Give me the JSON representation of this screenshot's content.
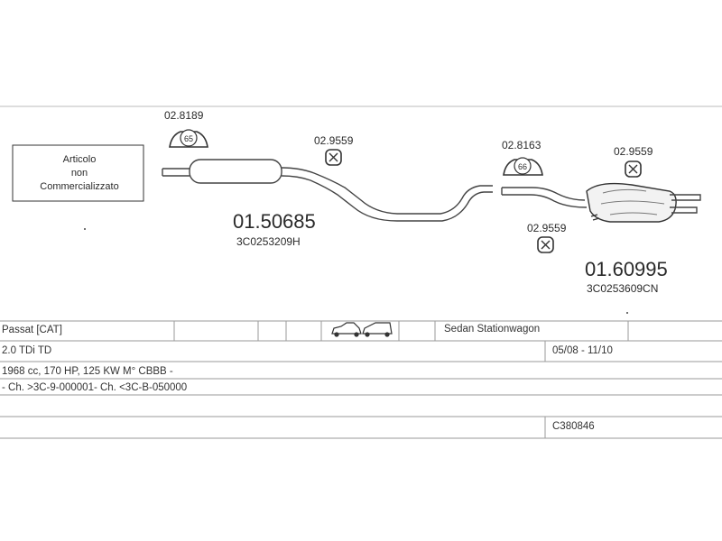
{
  "notice": {
    "line1": "Articolo",
    "line2": "non",
    "line3": "Commercializzato"
  },
  "parts": {
    "clamp_front": {
      "code": "02.8189",
      "size": "65"
    },
    "clamp_rear": {
      "code": "02.8163",
      "size": "66"
    },
    "mount_mid": {
      "code": "02.9559"
    },
    "mount_rear_top": {
      "code": "02.9559"
    },
    "mount_rear_bottom": {
      "code": "02.9559"
    },
    "front_section": {
      "code": "01.50685",
      "oem": "3C0253209H"
    },
    "rear_section": {
      "code": "01.60995",
      "oem": "3C0253609CN"
    }
  },
  "table": {
    "model": "Passat  [CAT]",
    "body": "Sedan Stationwagon",
    "engine": "2.0 TDi TD",
    "period": "05/08 - 11/10",
    "specs": "1968 cc, 170 HP, 125 KW M° CBBB -",
    "chassis": "- Ch. >3C-9-000001- Ch. <3C-B-050000",
    "ref": "C380846"
  },
  "colors": {
    "line": "#444444",
    "grid": "#9a9a9a",
    "text": "#2a2a2a"
  }
}
